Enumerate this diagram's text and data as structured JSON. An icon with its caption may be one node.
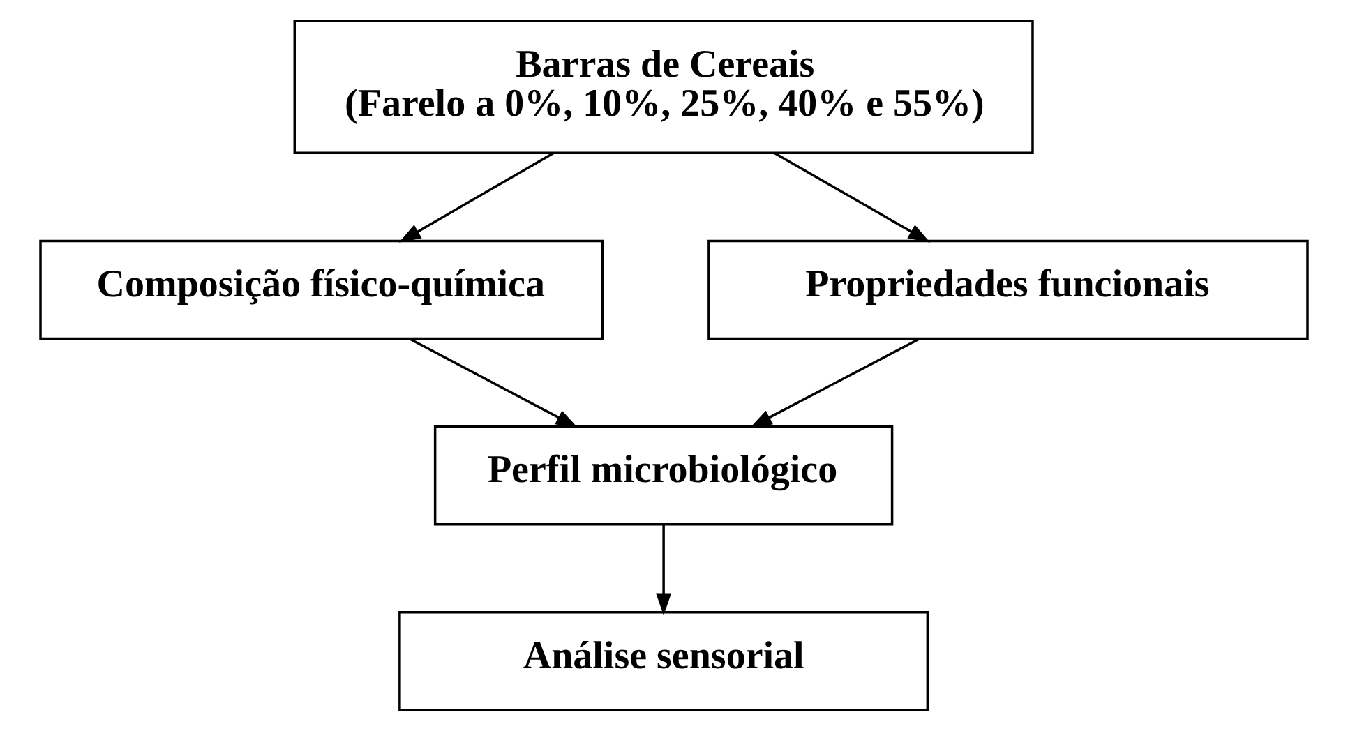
{
  "diagram": {
    "nodes": [
      {
        "text": [
          "Barras de Cereais",
          "(Farelo a 0%, 10%, 25%, 40% e 55%)"
        ]
      },
      {
        "text": [
          "Composição físico-química"
        ]
      },
      {
        "text": [
          "Propriedades funcionais"
        ]
      },
      {
        "text": [
          "Perfil microbiológico"
        ]
      },
      {
        "text": [
          "Análise sensorial"
        ]
      }
    ],
    "edges": [
      {
        "from": 0,
        "to": 1,
        "arrow": "to"
      },
      {
        "from": 0,
        "to": 2,
        "arrow": "to"
      },
      {
        "from": 1,
        "to": 3,
        "arrow": "to"
      },
      {
        "from": 2,
        "to": 3,
        "arrow": "to"
      },
      {
        "from": 3,
        "to": 4,
        "arrow": "to"
      }
    ]
  }
}
